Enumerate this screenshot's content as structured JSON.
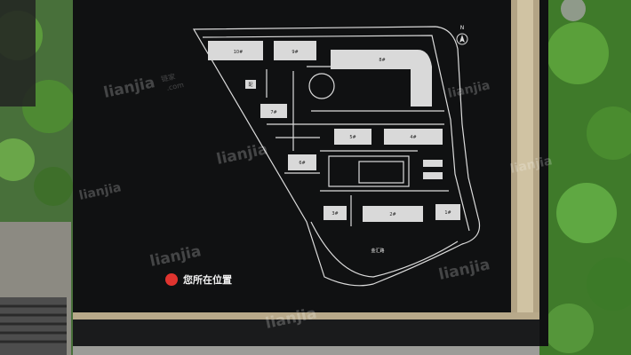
{
  "sign": {
    "north_mark": "N",
    "legend_label": "您所在位置",
    "legend_color": "#e0342f",
    "road_label": "金汇路"
  },
  "buildings": [
    {
      "label": "10#"
    },
    {
      "label": "9#"
    },
    {
      "label": "8#"
    },
    {
      "label": "7#"
    },
    {
      "label": "6#"
    },
    {
      "label": "5#"
    },
    {
      "label": "4#"
    },
    {
      "label": "3#"
    },
    {
      "label": "2#"
    },
    {
      "label": "1#"
    },
    {
      "label": "配"
    }
  ],
  "watermark": {
    "text": "lianjia",
    "tail": ".com",
    "chinese": "链家"
  },
  "colors": {
    "board": "#111213",
    "line": "#dcdcdc",
    "frame": "#b8a98a",
    "foliage": "#3f7a2a"
  }
}
